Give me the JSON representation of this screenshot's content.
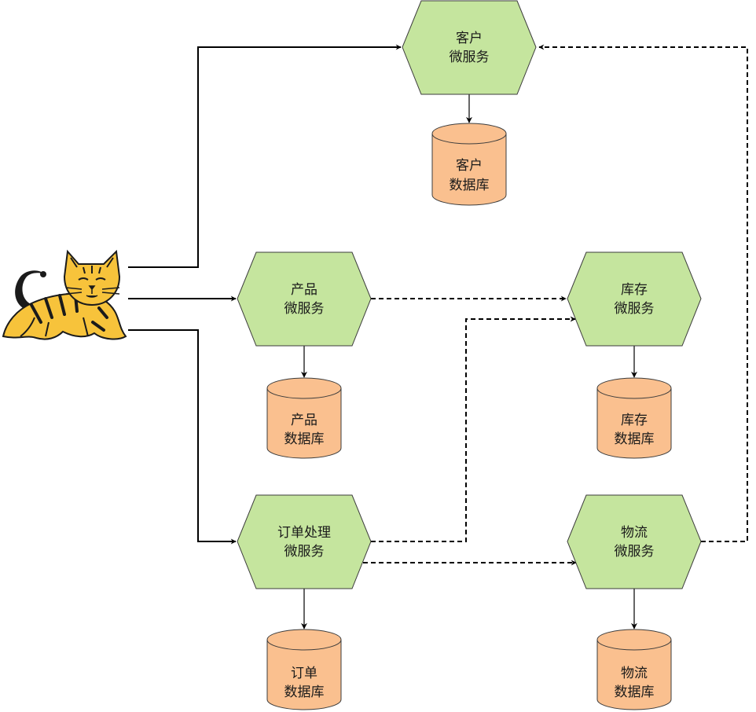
{
  "colors": {
    "service_fill": "#c5e59e",
    "database_fill": "#fac08f",
    "cat_body": "#f7c33b",
    "cat_stripes": "#1b1b1b"
  },
  "icons": {
    "server": "tomcat-cat-logo"
  },
  "services": {
    "customer": {
      "line1": "客户",
      "line2": "微服务"
    },
    "product": {
      "line1": "产品",
      "line2": "微服务"
    },
    "inventory": {
      "line1": "库存",
      "line2": "微服务"
    },
    "order": {
      "line1": "订单处理",
      "line2": "微服务"
    },
    "logistics": {
      "line1": "物流",
      "line2": "微服务"
    }
  },
  "databases": {
    "customer": {
      "line1": "客户",
      "line2": "数据库"
    },
    "product": {
      "line1": "产品",
      "line2": "数据库"
    },
    "inventory": {
      "line1": "库存",
      "line2": "数据库"
    },
    "order": {
      "line1": "订单",
      "line2": "数据库"
    },
    "logistics": {
      "line1": "物流",
      "line2": "数据库"
    }
  },
  "edges": [
    {
      "from": "server",
      "to": "customer-service",
      "style": "solid"
    },
    {
      "from": "server",
      "to": "product-service",
      "style": "solid"
    },
    {
      "from": "server",
      "to": "order-service",
      "style": "solid"
    },
    {
      "from": "customer-service",
      "to": "customer-database",
      "style": "solid"
    },
    {
      "from": "product-service",
      "to": "product-database",
      "style": "solid"
    },
    {
      "from": "inventory-service",
      "to": "inventory-database",
      "style": "solid"
    },
    {
      "from": "order-service",
      "to": "order-database",
      "style": "solid"
    },
    {
      "from": "logistics-service",
      "to": "logistics-database",
      "style": "solid"
    },
    {
      "from": "product-service",
      "to": "inventory-service",
      "style": "dashed"
    },
    {
      "from": "order-service",
      "to": "inventory-service",
      "style": "dashed"
    },
    {
      "from": "order-service",
      "to": "logistics-service",
      "style": "dashed"
    },
    {
      "from": "logistics-service",
      "to": "customer-service",
      "style": "dashed"
    }
  ]
}
